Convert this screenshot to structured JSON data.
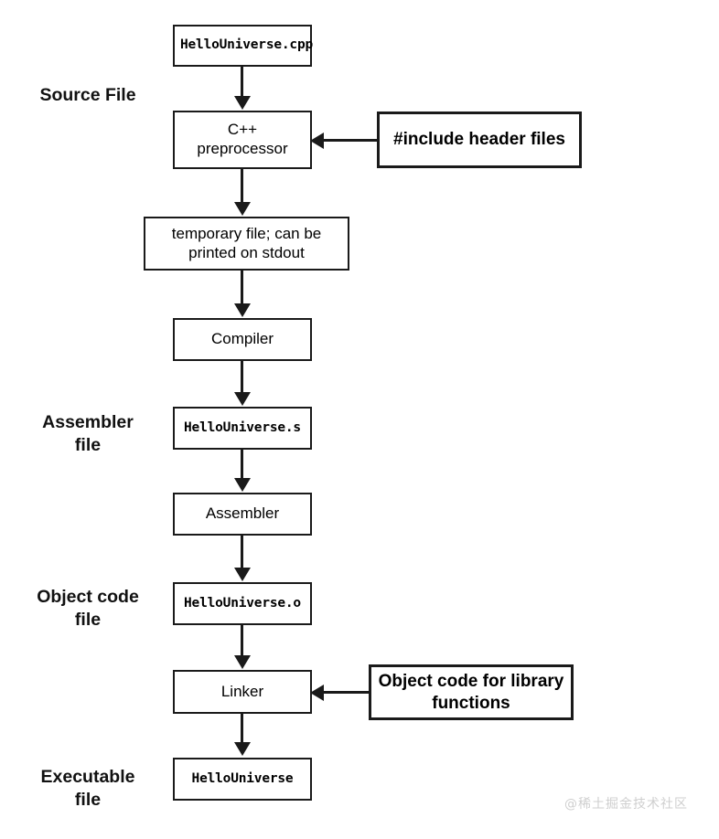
{
  "diagram": {
    "title": "C++ compilation pipeline",
    "colors": {
      "stroke": "#1a1a1a",
      "background": "#ffffff",
      "watermark": "#cfcfcf"
    },
    "stage_labels": [
      {
        "id": "source-file",
        "text": "Source File"
      },
      {
        "id": "assembler-file",
        "text": "Assembler\nfile"
      },
      {
        "id": "object-code-file",
        "text": "Object code\nfile"
      },
      {
        "id": "executable-file",
        "text": "Executable\nfile"
      }
    ],
    "nodes": [
      {
        "id": "hellouniverse-cpp",
        "text": "HelloUniverse.cpp"
      },
      {
        "id": "cpp-preprocessor",
        "text": "C++\npreprocessor"
      },
      {
        "id": "include-header-files",
        "text": "#include header\nfiles"
      },
      {
        "id": "temporary-file",
        "text": "temporary file; can be\nprinted on stdout"
      },
      {
        "id": "compiler",
        "text": "Compiler"
      },
      {
        "id": "hellouniverse-s",
        "text": "HelloUniverse.s"
      },
      {
        "id": "assembler",
        "text": "Assembler"
      },
      {
        "id": "hellouniverse-o",
        "text": "HelloUniverse.o"
      },
      {
        "id": "linker",
        "text": "Linker"
      },
      {
        "id": "object-code-library",
        "text": "Object code for\nlibrary functions"
      },
      {
        "id": "hellouniverse-exe",
        "text": "HelloUniverse"
      }
    ],
    "watermark": "@稀土掘金技术社区"
  }
}
